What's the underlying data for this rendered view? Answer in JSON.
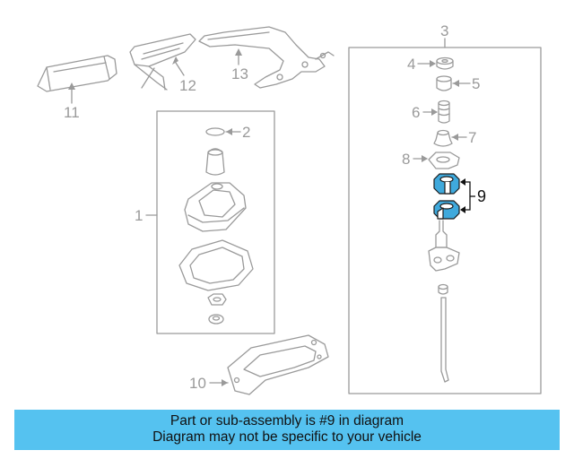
{
  "diagram": {
    "callouts": {
      "c1": "1",
      "c2": "2",
      "c3": "3",
      "c4": "4",
      "c5": "5",
      "c6": "6",
      "c7": "7",
      "c8": "8",
      "c9": "9",
      "c10": "10",
      "c11": "11",
      "c12": "12",
      "c13": "13"
    },
    "highlight_color": "#3fa9dc",
    "line_color": "#9a9a9a"
  },
  "banner": {
    "line1": "Part or sub-assembly is #9 in diagram",
    "line2": "Diagram may not be specific to your vehicle",
    "color": "#55c2f0"
  }
}
